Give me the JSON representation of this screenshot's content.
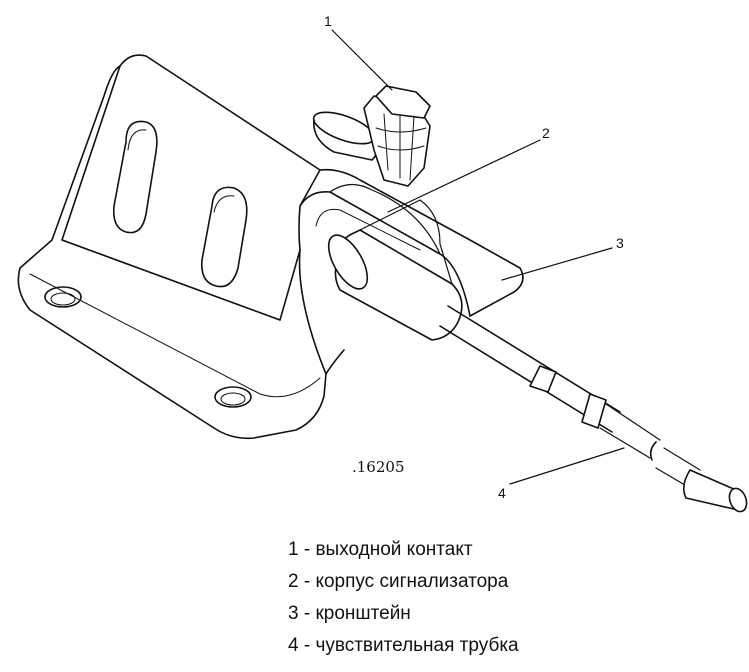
{
  "diagram": {
    "figure_code": ".16205",
    "callouts": [
      "1",
      "2",
      "3",
      "4"
    ],
    "legend": [
      "1 - выходной контакт",
      "2 - корпус сигнализатора",
      "3 - кронштейн",
      "4 - чувствительная трубка"
    ]
  },
  "colors": {
    "ink": "#111111",
    "paper": "#ffffff"
  }
}
